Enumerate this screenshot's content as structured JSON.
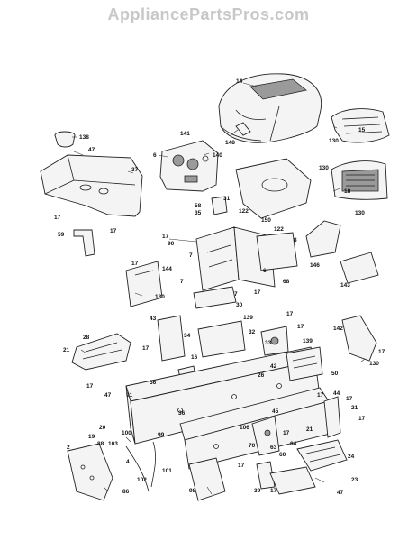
{
  "watermark": "AppliancePartsPros.com",
  "callouts": {
    "c14": "14",
    "c148": "148",
    "c15": "15",
    "c130a": "130",
    "c138": "138",
    "c47a": "47",
    "c37": "37",
    "c17a": "17",
    "c17b": "17",
    "c59": "59",
    "c141": "141",
    "c6": "6",
    "c140": "140",
    "c58": "58",
    "c35": "35",
    "c31": "31",
    "c122a": "122",
    "c150": "150",
    "c122b": "122",
    "c130b": "130",
    "c18": "18",
    "c130c": "130",
    "c17c": "17",
    "c90": "90",
    "c7a": "7",
    "c8": "8",
    "c6b": "6",
    "c68": "68",
    "c146": "146",
    "c143": "143",
    "c17d": "17",
    "c144": "144",
    "c130d": "130",
    "c7b": "7",
    "c7c": "7",
    "c17e": "17",
    "c30": "30",
    "c43": "43",
    "c34": "34",
    "c139a": "139",
    "c32": "32",
    "c17f": "17",
    "c17g": "17",
    "c33": "33",
    "c139b": "139",
    "c142": "142",
    "c17h": "17",
    "c21a": "21",
    "c28": "28",
    "c17i": "17",
    "c56": "56",
    "c16": "16",
    "c42": "42",
    "c50": "50",
    "c130e": "130",
    "c47b": "47",
    "c91": "91",
    "c17j": "17",
    "c26": "26",
    "c36": "36",
    "c17k": "17",
    "c44": "44",
    "c17l": "17",
    "c21b": "21",
    "c17m": "17",
    "c20": "20",
    "c19": "19",
    "c88": "88",
    "c103": "103",
    "c100": "100",
    "c99": "99",
    "c106": "106",
    "c45": "45",
    "c70": "70",
    "c63": "63",
    "c60": "60",
    "c84": "84",
    "c17n": "17",
    "c21c": "21",
    "c24": "24",
    "c2": "2",
    "c4": "4",
    "c102": "102",
    "c101": "101",
    "c17o": "17",
    "c98": "98",
    "c39": "39",
    "c17p": "17",
    "c23": "23",
    "c47c": "47",
    "c86": "86"
  }
}
